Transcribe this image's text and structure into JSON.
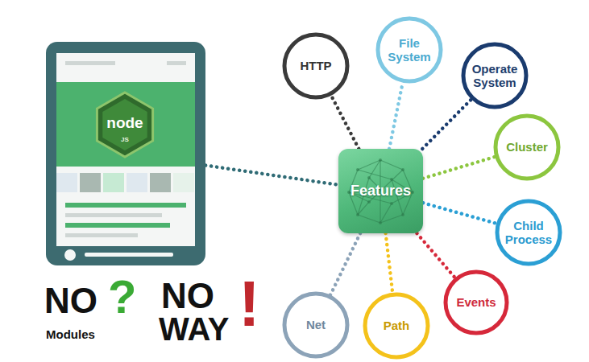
{
  "diagram": {
    "nodes": [
      {
        "text": [
          "node",
          "JS"
        ]
      },
      {
        "text": [
          "HTTP"
        ]
      },
      {
        "text": [
          "File System"
        ]
      },
      {
        "text": [
          "Operate System"
        ]
      },
      {
        "text": [
          "Features"
        ]
      },
      {
        "text": [
          "Cluster"
        ]
      },
      {
        "text": [
          "Child Process"
        ]
      },
      {
        "text": [
          "Events"
        ]
      },
      {
        "text": [
          "Net"
        ]
      },
      {
        "text": [
          "Path"
        ]
      }
    ],
    "edges": [
      {
        "from": 0,
        "to": 4,
        "arrow": "none"
      },
      {
        "from": 4,
        "to": 1,
        "arrow": "none"
      },
      {
        "from": 4,
        "to": 2,
        "arrow": "none"
      },
      {
        "from": 4,
        "to": 3,
        "arrow": "none"
      },
      {
        "from": 4,
        "to": 5,
        "arrow": "none"
      },
      {
        "from": 4,
        "to": 6,
        "arrow": "none"
      },
      {
        "from": 4,
        "to": 7,
        "arrow": "none"
      },
      {
        "from": 4,
        "to": 8,
        "arrow": "none"
      },
      {
        "from": 4,
        "to": 9,
        "arrow": "none"
      }
    ],
    "labels": [
      "NO",
      "?",
      "Modules",
      "NO",
      "WAY",
      "!"
    ]
  }
}
